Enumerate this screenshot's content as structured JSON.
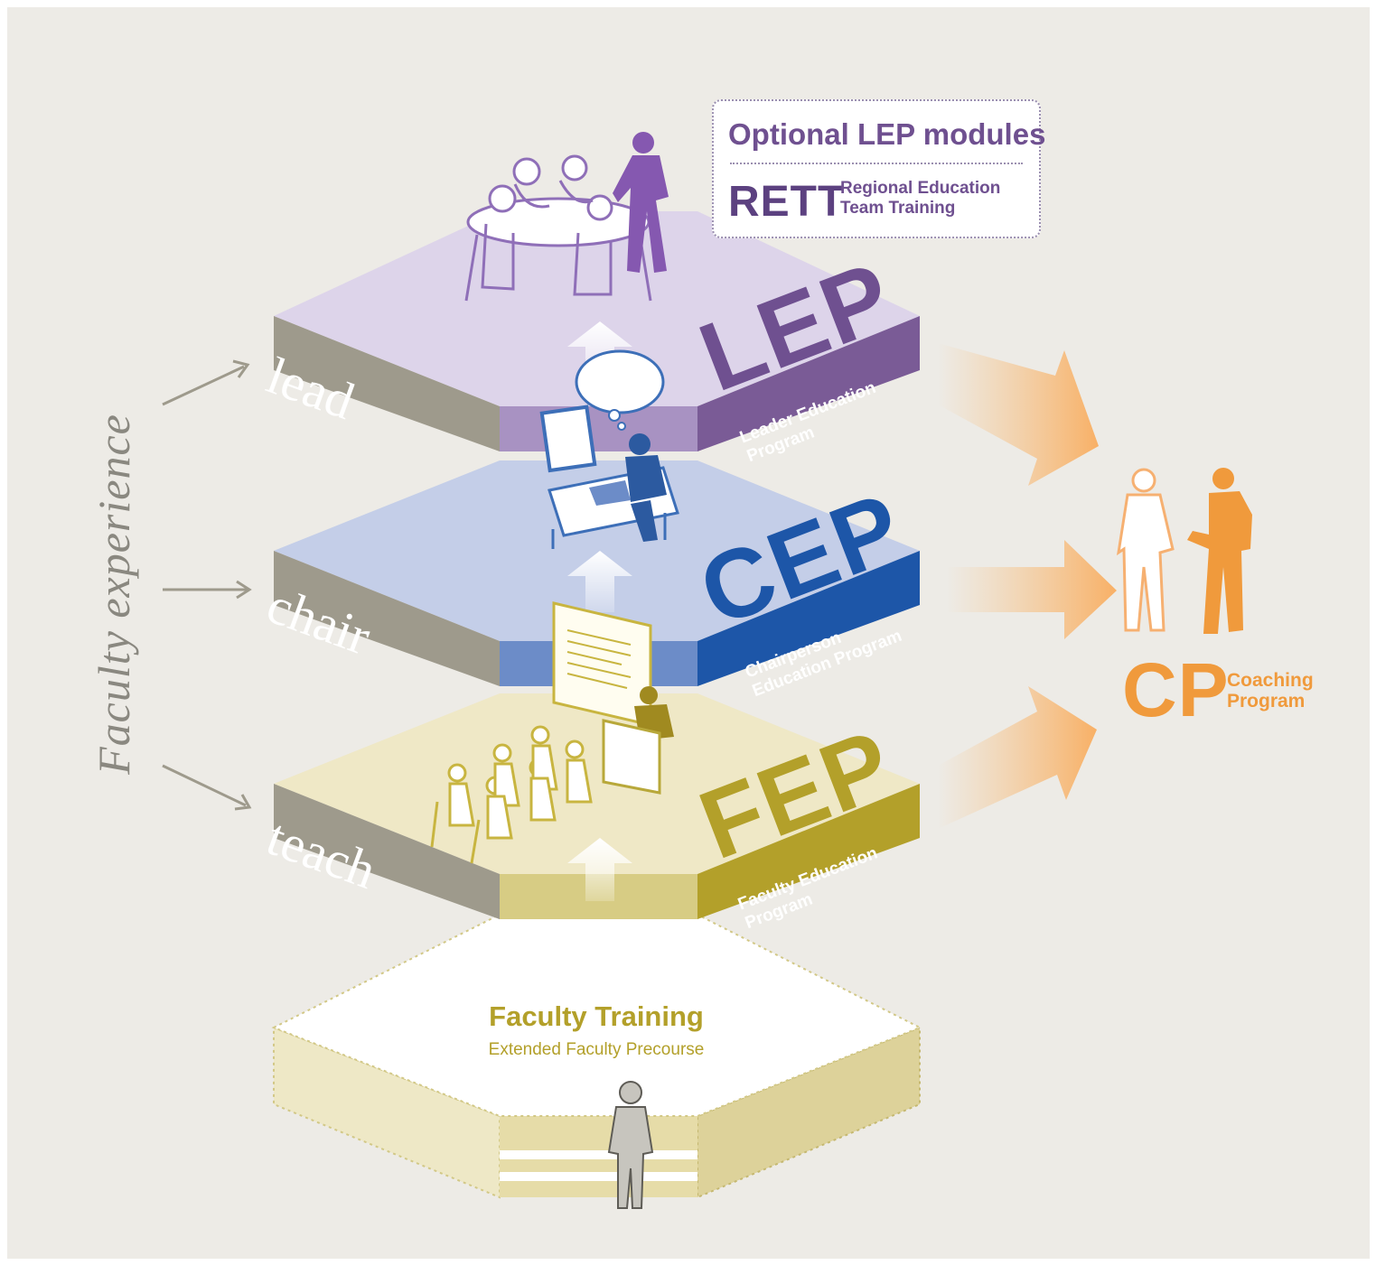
{
  "axis_label": "Faculty experience",
  "levels": {
    "lead": {
      "side_label": "lead",
      "abbr": "LEP",
      "full": "Leader Education Program"
    },
    "chair": {
      "side_label": "chair",
      "abbr": "CEP",
      "full": "Chairperson Education Program"
    },
    "teach": {
      "side_label": "teach",
      "abbr": "FEP",
      "full": "Faculty Education Program"
    }
  },
  "optional_box": {
    "title": "Optional LEP modules",
    "abbr": "RETT",
    "full": "Regional Education Team Training"
  },
  "coaching": {
    "abbr": "CP",
    "full": "Coaching Program"
  },
  "foundation": {
    "title": "Faculty Training",
    "subtitle": "Extended Faculty Precourse"
  },
  "colors": {
    "background": "#edebe6",
    "lep": "#6f5090",
    "cep": "#1d56a8",
    "fep": "#b3a02a",
    "cp": "#f09a3c",
    "side_gray": "#9e9a8c"
  },
  "icons": [
    "meeting-table-figures-icon",
    "desk-worker-figure-icon",
    "lecture-audience-figure-icon",
    "coaching-pair-figure-icon",
    "standing-person-figure-icon"
  ]
}
